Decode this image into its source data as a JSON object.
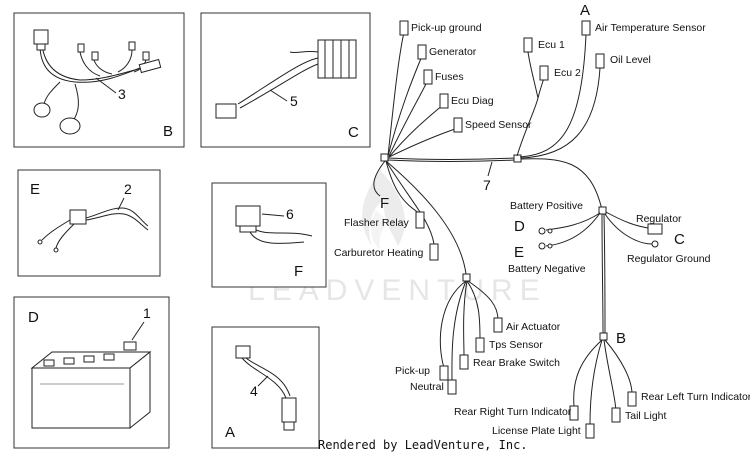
{
  "watermark": "LEADVENTURE",
  "credit": "Rendered by LeadVenture, Inc.",
  "panels": {
    "b": {
      "letter": "B",
      "number": "3"
    },
    "c": {
      "letter": "C",
      "number": "5"
    },
    "e": {
      "letter": "E",
      "number": "2"
    },
    "f": {
      "letter": "F",
      "number": "6"
    },
    "d": {
      "letter": "D",
      "number": "1"
    },
    "a": {
      "letter": "A",
      "number": "4"
    }
  },
  "main_harness": {
    "number": "7",
    "labels": {
      "pickup_ground": "Pick-up ground",
      "generator": "Generator",
      "fuses": "Fuses",
      "ecu_diag": "Ecu Diag",
      "speed_sensor": "Speed Sensor",
      "ecu1": "Ecu 1",
      "ecu2": "Ecu 2",
      "air_temp": "Air Temperature Sensor",
      "oil_level": "Oil Level",
      "flasher_relay": "Flasher Relay",
      "carburetor_heating": "Carburetor Heating",
      "battery_positive": "Battery Positive",
      "battery_negative": "Battery Negative",
      "regulator": "Regulator",
      "regulator_ground": "Regulator Ground",
      "air_actuator": "Air Actuator",
      "tps_sensor": "Tps Sensor",
      "rear_brake_switch": "Rear Brake Switch",
      "pickup": "Pick-up",
      "neutral": "Neutral",
      "rear_right_turn": "Rear Right Turn Indicator",
      "rear_left_turn": "Rear Left Turn Indicator",
      "tail_light": "Tail Light",
      "license_plate": "License Plate Light"
    },
    "letters": {
      "a": "A",
      "f": "F",
      "d": "D",
      "e": "E",
      "c": "C",
      "b": "B"
    }
  }
}
